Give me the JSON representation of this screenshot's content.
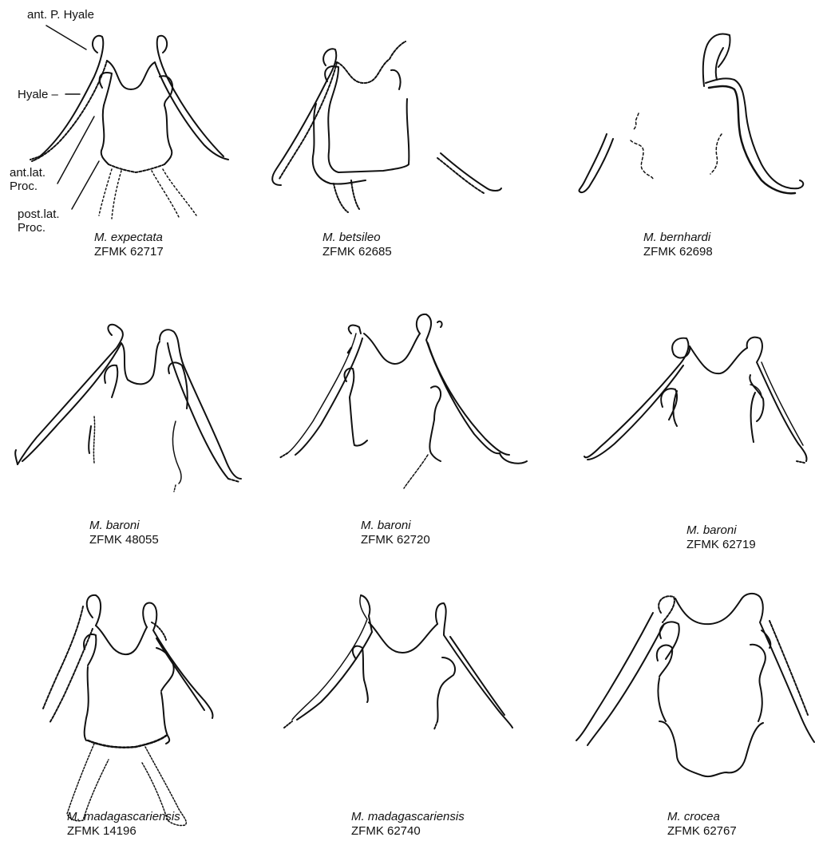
{
  "annotations": {
    "ant_p_hyale": "ant. P. Hyale",
    "hyale": "Hyale –",
    "ant_lat_proc": [
      "ant.lat.",
      "Proc."
    ],
    "post_lat_proc": [
      "post.lat.",
      "Proc."
    ]
  },
  "panels": [
    {
      "species": "M. expectata",
      "specimen": "ZFMK 62717"
    },
    {
      "species": "M. betsileo",
      "specimen": "ZFMK 62685"
    },
    {
      "species": "M. bernhardi",
      "specimen": "ZFMK 62698"
    },
    {
      "species": "M. baroni",
      "specimen": "ZFMK 48055"
    },
    {
      "species": "M. baroni",
      "specimen": "ZFMK 62720"
    },
    {
      "species": "M. baroni",
      "specimen": "ZFMK 62719"
    },
    {
      "species": "M. madagascariensis",
      "specimen": "ZFMK 14196"
    },
    {
      "species": "M. madagascariensis",
      "specimen": "ZFMK 62740"
    },
    {
      "species": "M. crocea",
      "specimen": "ZFMK 62767"
    }
  ],
  "colors": {
    "ink": "#111111",
    "background": "#ffffff"
  }
}
